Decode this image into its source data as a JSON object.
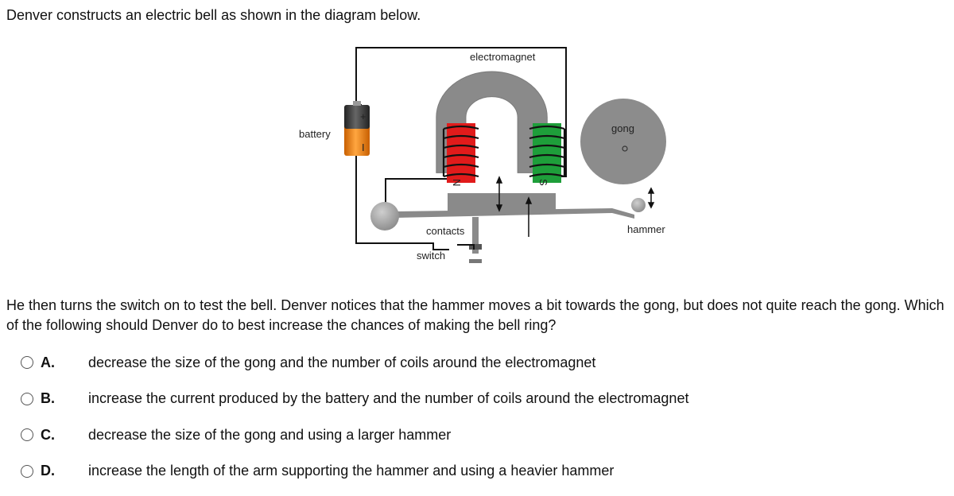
{
  "intro": "Denver constructs an electric bell as shown in the diagram below.",
  "diagram": {
    "labels": {
      "electromagnet": "electromagnet",
      "battery": "battery",
      "gong": "gong",
      "contacts": "contacts",
      "hammer": "hammer",
      "switch": "switch",
      "pole_n": "N",
      "pole_s": "S",
      "battery_plus": "+",
      "battery_minus": "I"
    },
    "colors": {
      "magnet": "#8a8a8a",
      "coil_left": "#e11b1b",
      "coil_right": "#1e9e3a",
      "battery_orange": "#f08a1c",
      "gong": "#8c8c8c"
    }
  },
  "question": "He then turns the switch on to test the bell. Denver notices that the hammer moves a bit towards the gong, but does not quite reach the gong. Which of the following should Denver do to best increase the chances of making the bell ring?",
  "options": [
    {
      "letter": "A.",
      "text": "decrease the size of the gong and the number of coils around the electromagnet"
    },
    {
      "letter": "B.",
      "text": "increase the current produced by the battery and the number of coils around the electromagnet"
    },
    {
      "letter": "C.",
      "text": "decrease the size of the gong and using a larger hammer"
    },
    {
      "letter": "D.",
      "text": "increase the length of the arm supporting the hammer and using a heavier hammer"
    }
  ]
}
